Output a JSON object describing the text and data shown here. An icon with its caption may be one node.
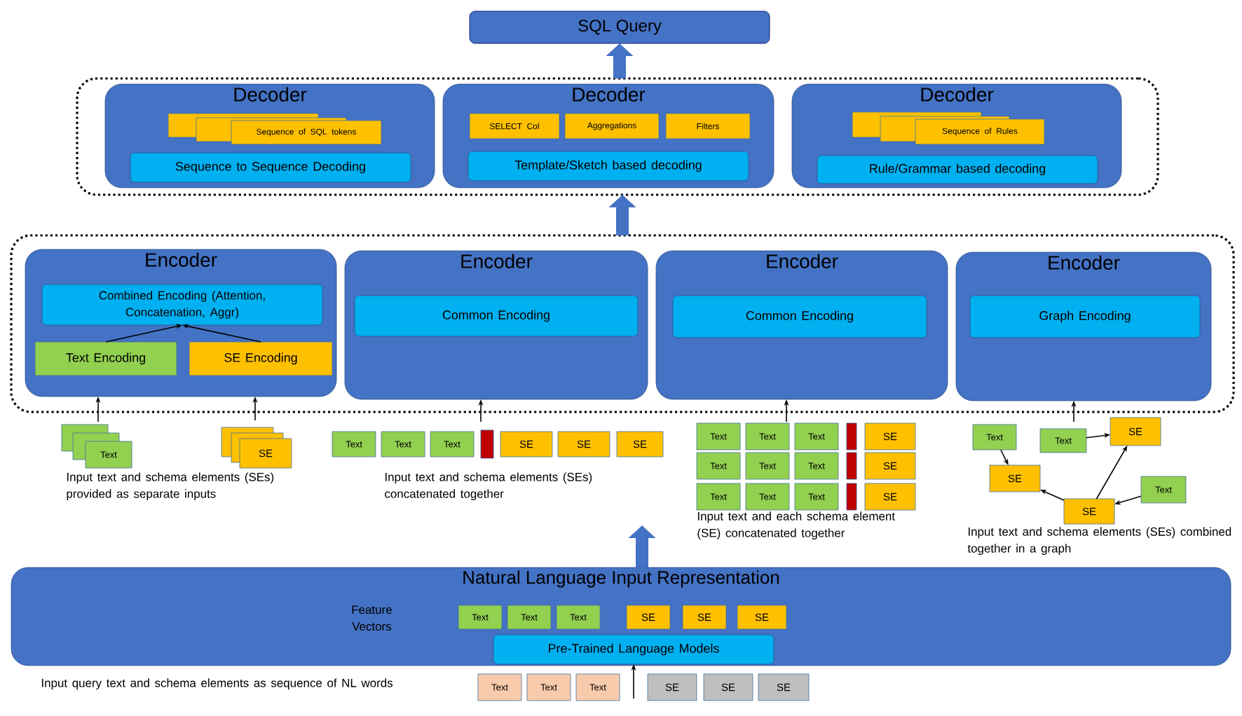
{
  "diagram": {
    "nodes": [
      {
        "text": [
          "SQL Query"
        ]
      },
      {
        "text": [],
        "shape": "box"
      },
      {
        "text": [
          "Decoder"
        ],
        "in": 1
      },
      {
        "text": [
          "Sequence of SQL tokens"
        ],
        "in": 2
      },
      {
        "text": [
          "Sequence to Sequence Decoding"
        ],
        "in": 2
      },
      {
        "text": [
          "Decoder"
        ],
        "in": 1
      },
      {
        "text": [
          "SELECT Col"
        ],
        "in": 5
      },
      {
        "text": [
          "Aggregations"
        ],
        "in": 5
      },
      {
        "text": [
          "Filters"
        ],
        "in": 5
      },
      {
        "text": [
          "Template/Sketch based decoding"
        ],
        "in": 5
      },
      {
        "text": [
          "Decoder"
        ],
        "in": 1
      },
      {
        "text": [
          "Sequence of Rules"
        ],
        "in": 10
      },
      {
        "text": [
          "Rule/Grammar based decoding"
        ],
        "in": 10
      },
      {
        "text": [],
        "shape": "box"
      },
      {
        "text": [
          "Encoder"
        ],
        "in": 13
      },
      {
        "text": [
          "Combined Encoding (Attention, Concatenation, Aggr)"
        ],
        "in": 14
      },
      {
        "text": [
          "Text Encoding"
        ],
        "in": 14
      },
      {
        "text": [
          "SE Encoding"
        ],
        "in": 14
      },
      {
        "text": [
          "Encoder"
        ],
        "in": 13
      },
      {
        "text": [
          "Common Encoding"
        ],
        "in": 18
      },
      {
        "text": [
          "Encoder"
        ],
        "in": 13
      },
      {
        "text": [
          "Common Encoding"
        ],
        "in": 20
      },
      {
        "text": [
          "Encoder"
        ],
        "in": 13
      },
      {
        "text": [
          "Graph Encoding"
        ],
        "in": 22
      },
      {
        "text": [
          "Text"
        ]
      },
      {
        "text": [
          "SE"
        ]
      },
      {
        "text": [
          "Text"
        ]
      },
      {
        "text": [
          "Text"
        ]
      },
      {
        "text": [
          "Text"
        ]
      },
      {
        "text": [],
        "shape": "bar"
      },
      {
        "text": [
          "SE"
        ]
      },
      {
        "text": [
          "SE"
        ]
      },
      {
        "text": [
          "SE"
        ]
      },
      {
        "text": [
          "Text"
        ]
      },
      {
        "text": [
          "Text"
        ]
      },
      {
        "text": [
          "Text"
        ]
      },
      {
        "text": [],
        "shape": "bar"
      },
      {
        "text": [
          "SE"
        ]
      },
      {
        "text": [
          "Text"
        ]
      },
      {
        "text": [
          "Text"
        ]
      },
      {
        "text": [
          "Text"
        ]
      },
      {
        "text": [],
        "shape": "bar"
      },
      {
        "text": [
          "SE"
        ]
      },
      {
        "text": [
          "Text"
        ]
      },
      {
        "text": [
          "Text"
        ]
      },
      {
        "text": [
          "Text"
        ]
      },
      {
        "text": [],
        "shape": "bar"
      },
      {
        "text": [
          "SE"
        ]
      },
      {
        "text": [
          "Text"
        ]
      },
      {
        "text": [
          "Text"
        ]
      },
      {
        "text": [
          "SE"
        ]
      },
      {
        "text": [
          "SE"
        ]
      },
      {
        "text": [
          "Text"
        ]
      },
      {
        "text": [
          "SE"
        ]
      },
      {
        "text": [
          "Natural Language Input Representation"
        ]
      },
      {
        "text": [
          "Text"
        ],
        "in": 54
      },
      {
        "text": [
          "Text"
        ],
        "in": 54
      },
      {
        "text": [
          "Text"
        ],
        "in": 54
      },
      {
        "text": [
          "SE"
        ],
        "in": 54
      },
      {
        "text": [
          "SE"
        ],
        "in": 54
      },
      {
        "text": [
          "SE"
        ],
        "in": 54
      },
      {
        "text": [
          "Pre-Trained Language Models"
        ],
        "in": 54
      },
      {
        "text": [
          "Text"
        ]
      },
      {
        "text": [
          "Text"
        ]
      },
      {
        "text": [
          "Text"
        ]
      },
      {
        "text": [
          "SE"
        ]
      },
      {
        "text": [
          "SE"
        ]
      },
      {
        "text": [
          "SE"
        ]
      }
    ],
    "edges": [
      {
        "from": 1,
        "to": 0,
        "arrow": "to",
        "style": "thick",
        "color": "#4472c4"
      },
      {
        "from": 13,
        "to": 1,
        "arrow": "to",
        "style": "thick",
        "color": "#4472c4"
      },
      {
        "from": 16,
        "to": 15,
        "arrow": "to"
      },
      {
        "from": 17,
        "to": 15,
        "arrow": "to"
      },
      {
        "from": 24,
        "to": 14,
        "arrow": "to"
      },
      {
        "from": 25,
        "to": 14,
        "arrow": "to"
      },
      {
        "from": 29,
        "to": 18,
        "arrow": "to"
      },
      {
        "from": 34,
        "to": 20,
        "arrow": "to"
      },
      {
        "from": 49,
        "to": 22,
        "arrow": "to"
      },
      {
        "from": 48,
        "to": 51,
        "arrow": "to"
      },
      {
        "from": 49,
        "to": 50,
        "arrow": "to"
      },
      {
        "from": 53,
        "to": 50,
        "arrow": "to"
      },
      {
        "from": 53,
        "to": 51,
        "arrow": "to"
      },
      {
        "from": 52,
        "to": 53,
        "arrow": "to"
      },
      {
        "from": 54,
        "to": null,
        "arrow": "to",
        "style": "thick",
        "color": "#4472c4"
      },
      {
        "from": 64,
        "to": 61,
        "arrow": "to"
      }
    ],
    "labels": [
      "Input text and schema elements (SEs) provided as separate inputs",
      "Input text and schema elements (SEs) concatenated together",
      "Input text and each schema element (SE) concatenated together",
      "Input text and schema elements (SEs) combined together in a graph",
      "Feature Vectors",
      "Input query text and schema elements as sequence of NL words"
    ]
  }
}
